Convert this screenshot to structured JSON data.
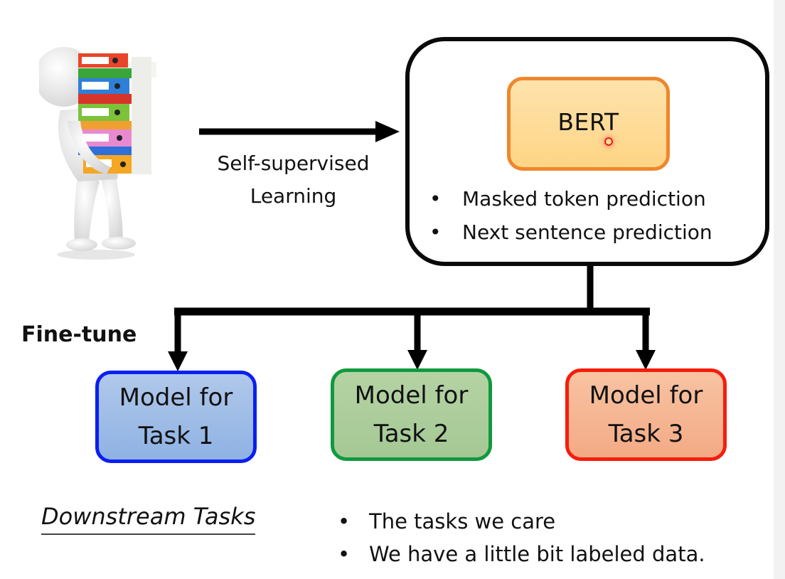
{
  "diagram": {
    "illustration": {
      "subject": "person carrying stack of binders",
      "binder_colors": [
        "#e8452a",
        "#3aa53a",
        "#2f7fd9",
        "#d8352a",
        "#7cc23a",
        "#f0a030",
        "#e88ad0",
        "#2f6fd9",
        "#f5a623"
      ]
    },
    "pretrain_arrow_label": [
      "Self-supervised",
      "Learning"
    ],
    "bert": {
      "label": "BERT",
      "border_color": "#f0862c",
      "fill_color": "#ffd68a",
      "objectives": [
        "Masked token prediction",
        "Next sentence prediction"
      ]
    },
    "finetune_label": "Fine-tune",
    "tasks": [
      {
        "line1": "Model for",
        "line2": "Task 1",
        "border_color": "#0a1ff0",
        "fill_color": "#9fbde7"
      },
      {
        "line1": "Model for",
        "line2": "Task 2",
        "border_color": "#10993e",
        "fill_color": "#acce9c"
      },
      {
        "line1": "Model for",
        "line2": "Task 3",
        "border_color": "#f51d0c",
        "fill_color": "#f5b693"
      }
    ],
    "downstream": {
      "title": "Downstream Tasks",
      "bullets": [
        "The tasks we care",
        "We have a little bit labeled data."
      ]
    },
    "bullet_glyph": "•"
  }
}
